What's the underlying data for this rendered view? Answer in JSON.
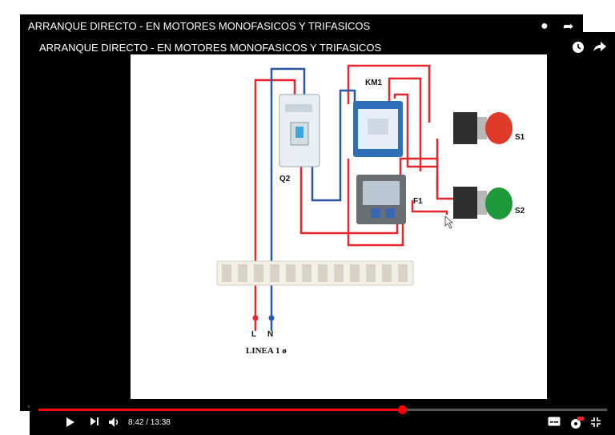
{
  "back_player": {
    "title": "ARRANQUE DIRECTO - EN MOTORES MONOFASICOS Y TRIFASICOS"
  },
  "front_player": {
    "title": "ARRANQUE DIRECTO - EN MOTORES MONOFASICOS Y TRIFASICOS",
    "controls": {
      "time_display": "8:42 / 13:38",
      "progress_fraction": 0.64,
      "icons": [
        "play-icon",
        "next-icon",
        "volume-icon",
        "subtitles-icon",
        "settings-icon",
        "exit-fullscreen-icon"
      ]
    }
  },
  "diagram": {
    "labels": {
      "km1": "KM1",
      "q2": "Q2",
      "f1": "F1",
      "s1": "S1",
      "s2": "S2",
      "l": "L",
      "n": "N",
      "linea": "LINEA 1 ø"
    }
  },
  "colors": {
    "wire_red": "#e8262c",
    "wire_blue": "#2b57a8",
    "progress_red": "#ff0000",
    "button_red": "#e03a2a",
    "button_green": "#1f9a3a"
  }
}
